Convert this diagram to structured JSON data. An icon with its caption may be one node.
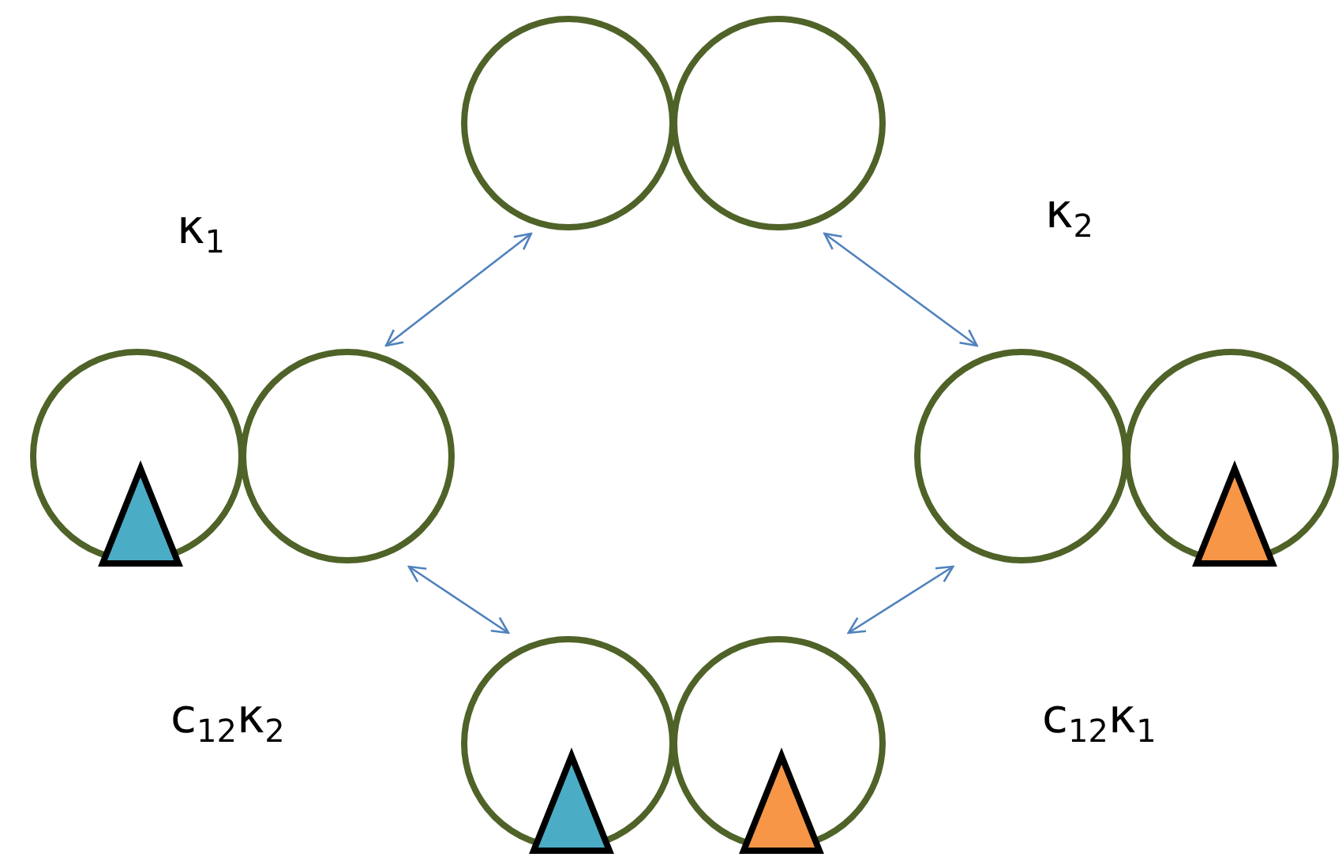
{
  "diagram": {
    "nodes": [
      {
        "text": [],
        "shape": "picture"
      },
      {
        "text": [],
        "shape": "picture"
      },
      {
        "text": [],
        "shape": "picture"
      },
      {
        "text": [],
        "shape": "picture"
      }
    ],
    "edges": [
      {
        "from": 0,
        "to": 1,
        "arrow": "both",
        "label": "κ$_{1}$"
      },
      {
        "from": 0,
        "to": 2,
        "arrow": "both",
        "label": "κ$_{2}$"
      },
      {
        "from": 1,
        "to": 3,
        "arrow": "both",
        "label": "c$_{12}$κ$_{2}$"
      },
      {
        "from": 2,
        "to": 3,
        "arrow": "both",
        "label": "c$_{12}$κ$_{1}$"
      }
    ]
  }
}
